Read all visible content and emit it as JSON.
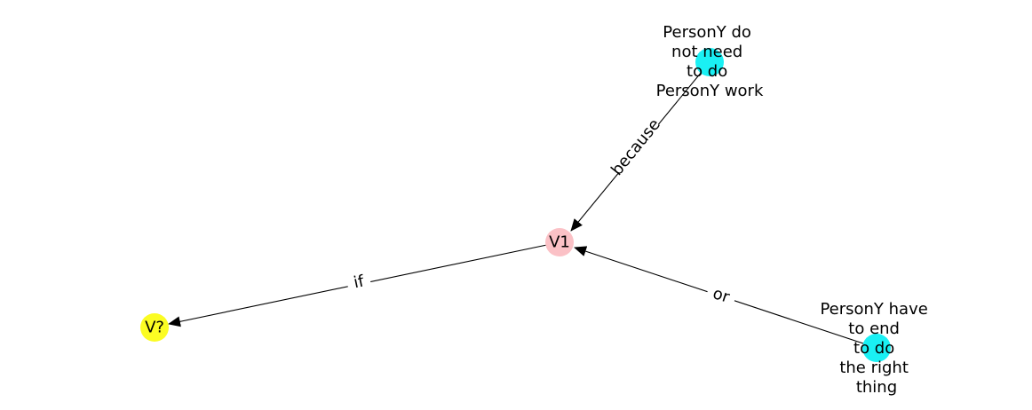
{
  "nodes": [
    {
      "id": "n_top",
      "label_lines": [
        "PersonY do",
        "not need",
        "to do",
        "PersonY work"
      ],
      "color": "#1AF0F4"
    },
    {
      "id": "n_v1",
      "label_lines": [
        "V1"
      ],
      "color": "#FBC1C6"
    },
    {
      "id": "n_v2",
      "label_lines": [
        "V?"
      ],
      "color": "#FBFC23"
    },
    {
      "id": "n_bottom",
      "label_lines": [
        "PersonY have",
        "to end",
        "to do",
        "the right",
        "thing"
      ],
      "color": "#1AF0F4"
    }
  ],
  "edges": [
    {
      "from": "n_top",
      "to": "n_v1",
      "label": "because"
    },
    {
      "from": "n_v1",
      "to": "n_v2",
      "label": "if"
    },
    {
      "from": "n_bottom",
      "to": "n_v1",
      "label": "or"
    }
  ]
}
